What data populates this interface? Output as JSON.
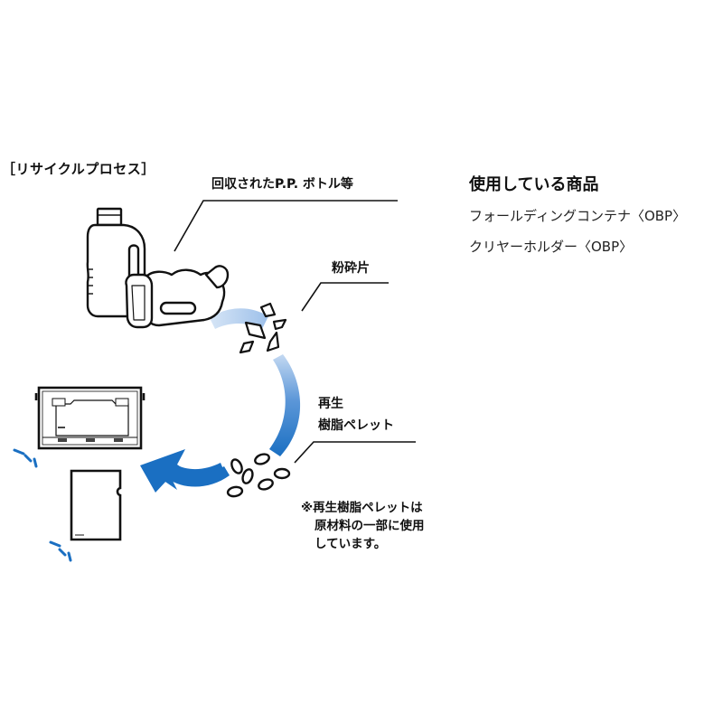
{
  "title": "［リサイクルプロセス］",
  "labels": {
    "bottles": "回収されたP.P. ボトル等",
    "flakes": "粉砕片",
    "pellets_line1": "再生",
    "pellets_line2": "樹脂ペレット"
  },
  "note": {
    "line1": "※再生樹脂ペレットは",
    "line2": "原材料の一部に使用",
    "line3": "しています。"
  },
  "products": {
    "heading": "使用している商品",
    "items": [
      "フォールディングコンテナ〈OBP〉",
      "クリヤーホルダー〈OBP〉"
    ]
  },
  "colors": {
    "arrow_dark": "#1a6fc2",
    "arrow_light": "#a9c8ec",
    "outline": "#111111"
  }
}
